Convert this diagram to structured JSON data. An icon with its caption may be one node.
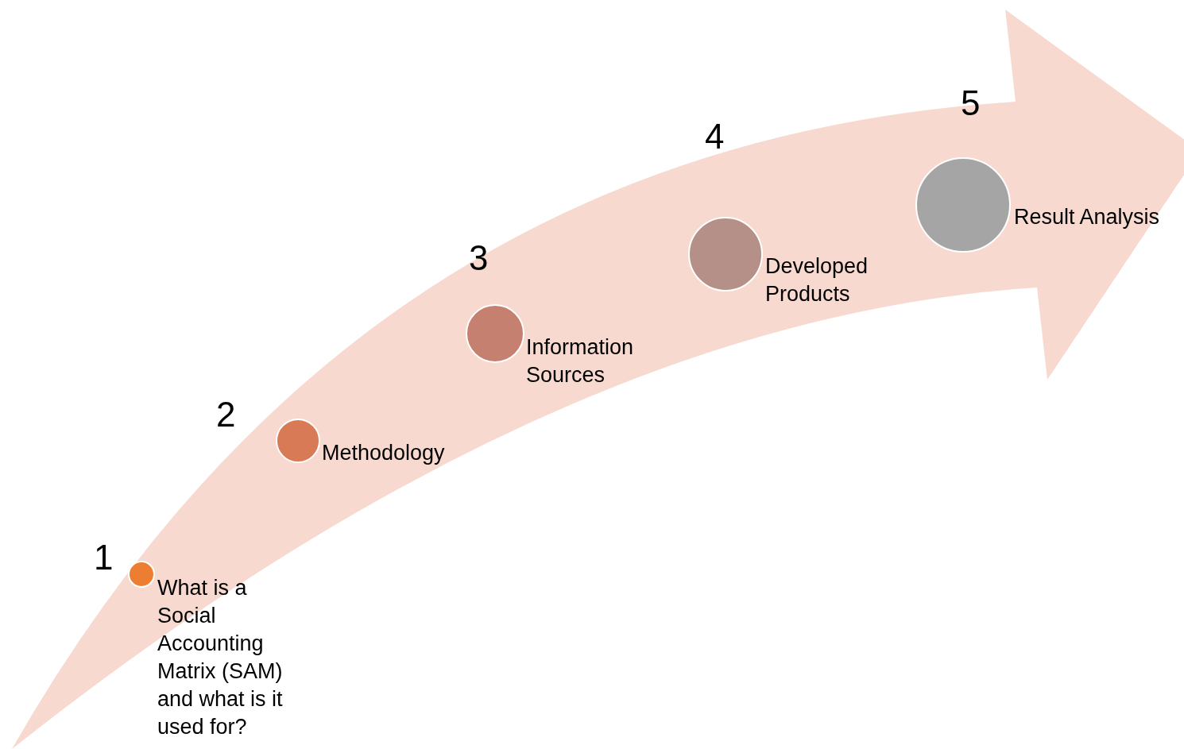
{
  "diagram": {
    "nodes": [
      {
        "text": [],
        "shape": "circle",
        "beside": [
          "1",
          "What is a Social Accounting Matrix (SAM) and what is it used for?"
        ]
      },
      {
        "text": [],
        "shape": "circle",
        "beside": [
          "2",
          "Methodology"
        ]
      },
      {
        "text": [],
        "shape": "circle",
        "beside": [
          "3",
          "Information Sources"
        ]
      },
      {
        "text": [],
        "shape": "circle",
        "beside": [
          "4",
          "Developed Products"
        ]
      },
      {
        "text": [],
        "shape": "circle",
        "beside": [
          "5",
          "Result Analysis"
        ]
      }
    ],
    "edges": []
  }
}
